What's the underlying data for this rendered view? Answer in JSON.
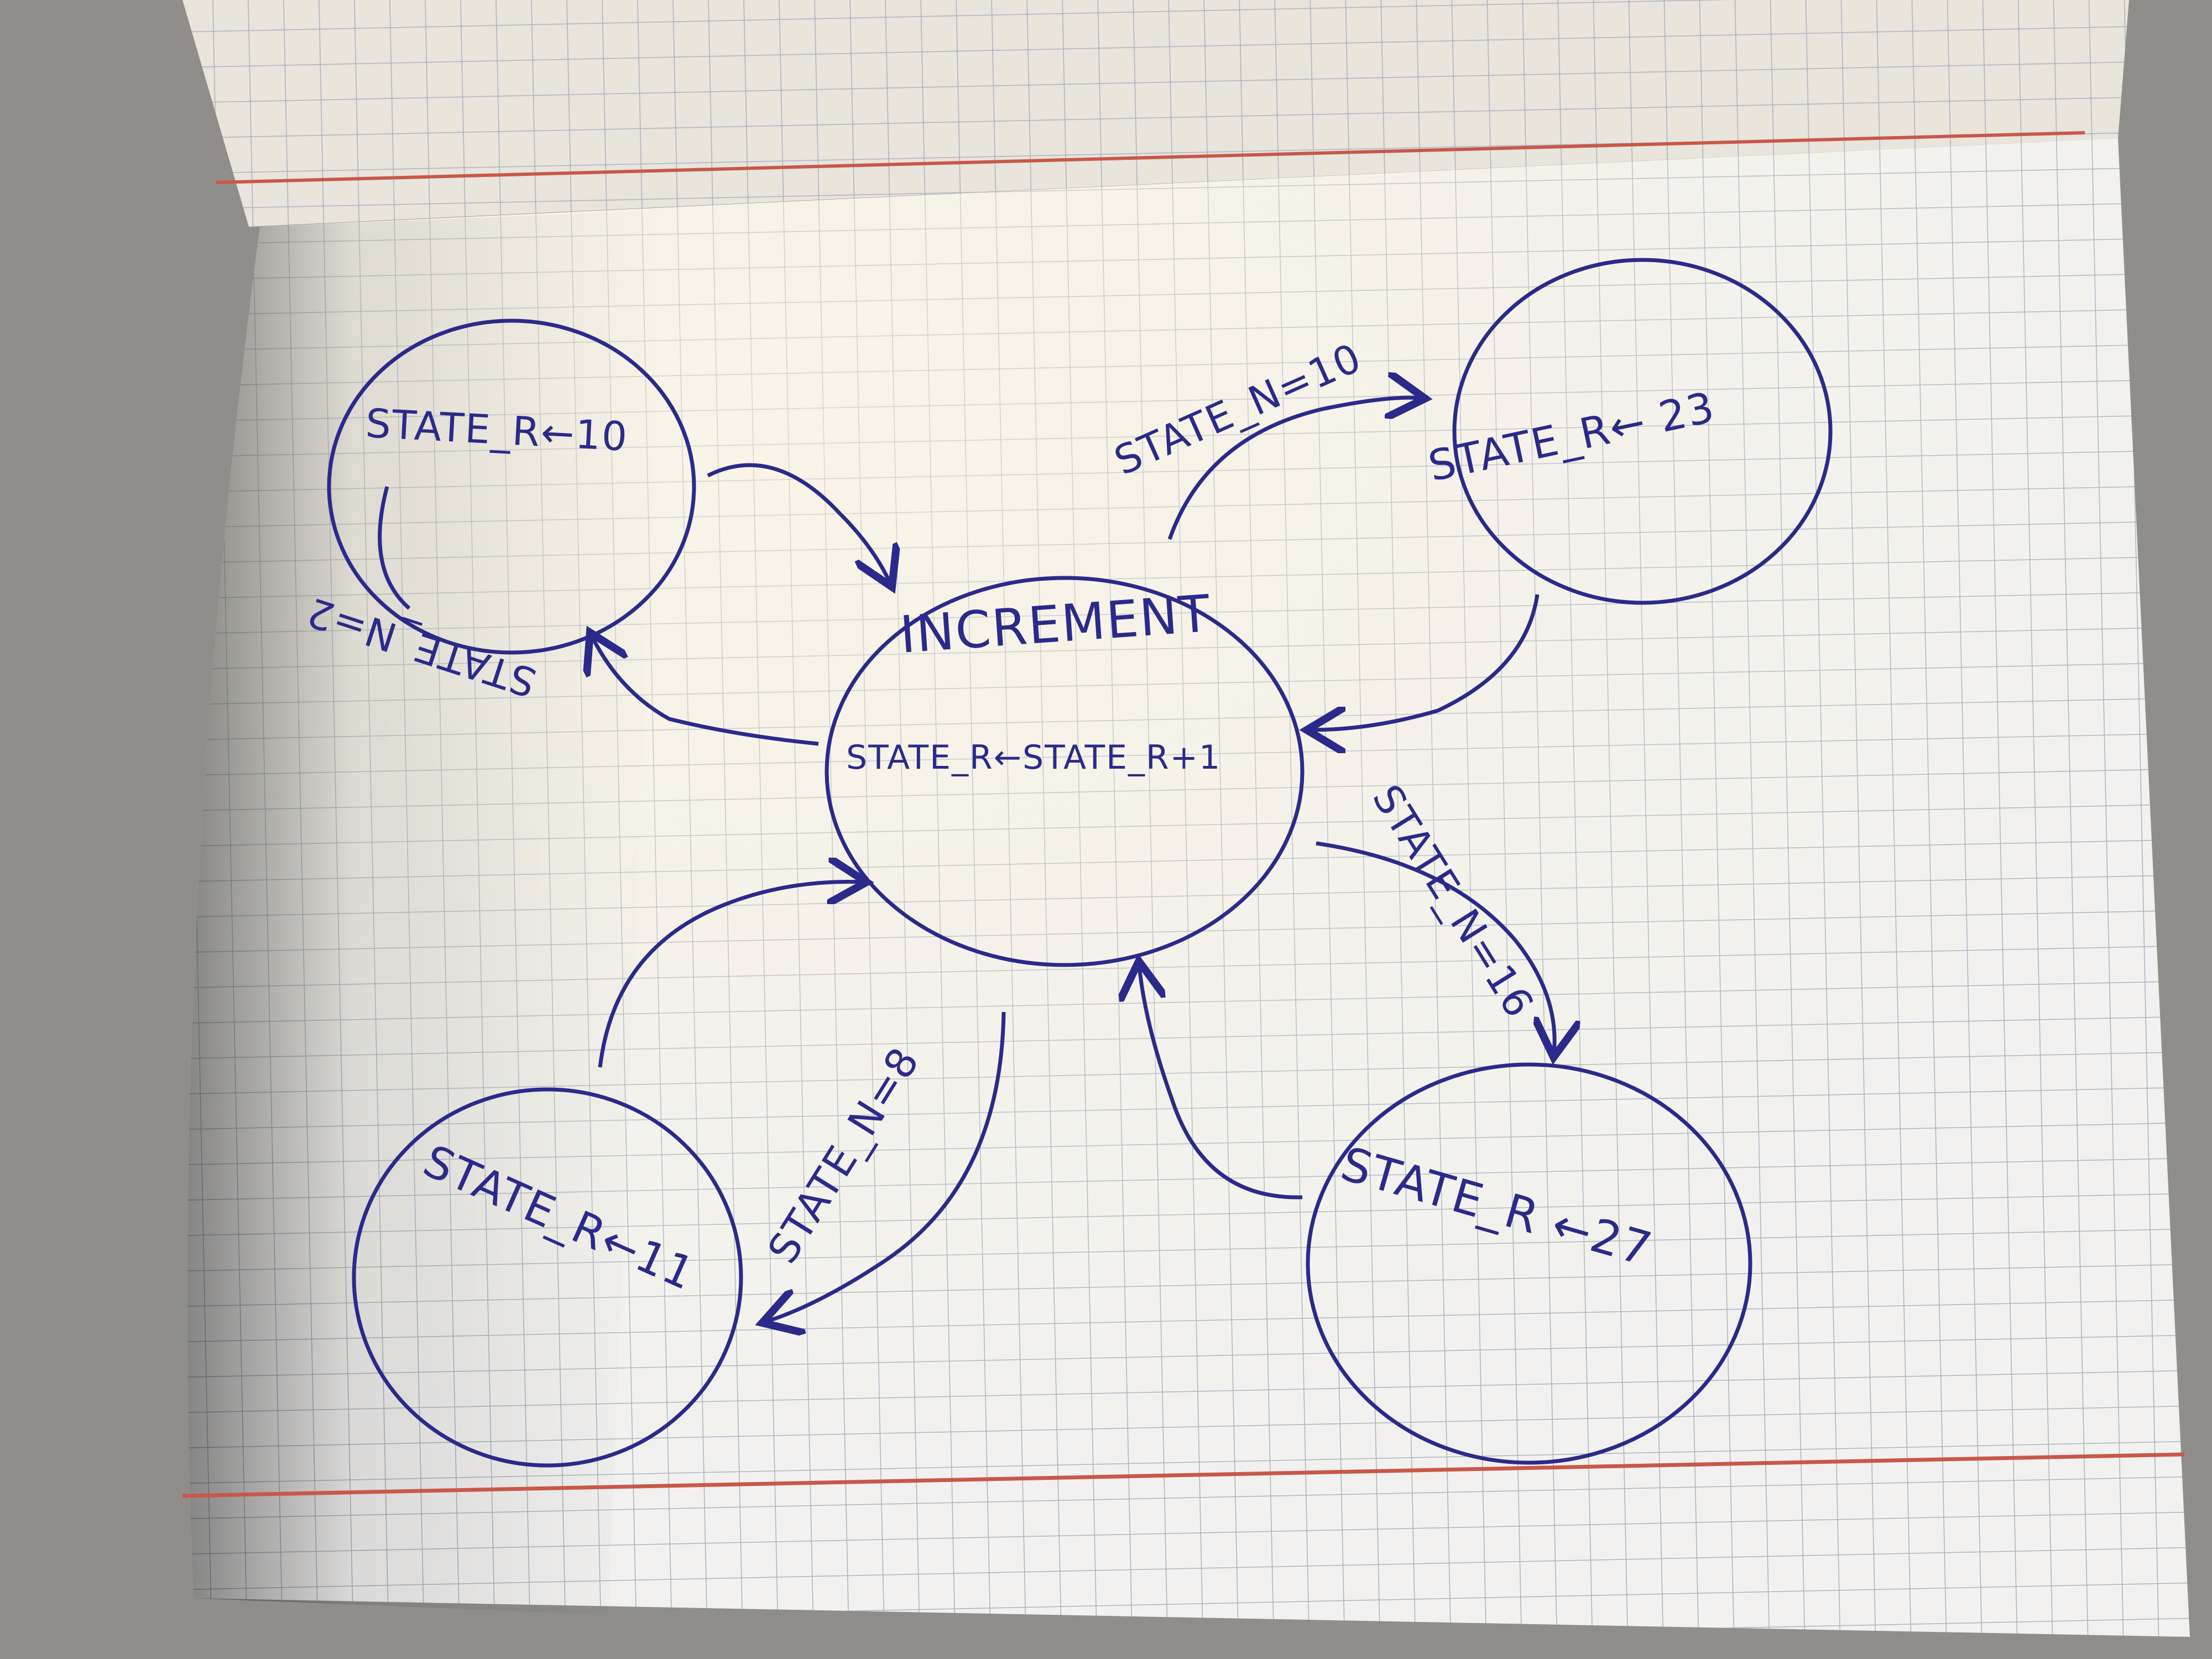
{
  "diagram": {
    "center_state": {
      "title": "INCREMENT",
      "action": "STATE_R←STATE_R+1"
    },
    "states": [
      {
        "id": "s10",
        "label": "STATE_R←10"
      },
      {
        "id": "s23",
        "label": "STATE_R← 23"
      },
      {
        "id": "s11",
        "label": "STATE_R←11"
      },
      {
        "id": "s27",
        "label": "STATE_R ←27"
      }
    ],
    "transitions": [
      {
        "from": "INCREMENT",
        "to": "s10",
        "condition": "STATE_N=2"
      },
      {
        "from": "INCREMENT",
        "to": "s23",
        "condition": "STATE_N=10"
      },
      {
        "from": "INCREMENT",
        "to": "s11",
        "condition": "STATE_N=8"
      },
      {
        "from": "INCREMENT",
        "to": "s27",
        "condition": "STATE_N=16"
      }
    ],
    "ink_color": "#2b2a8a",
    "margin_line_color": "#c8584a",
    "grid_color": "#a7b4c2"
  }
}
